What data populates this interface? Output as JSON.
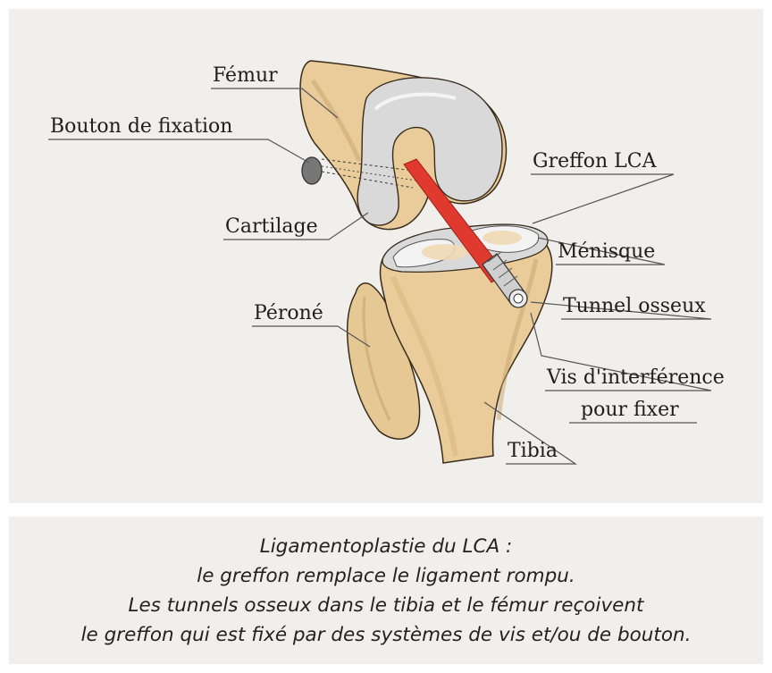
{
  "labels": {
    "femur": "Fémur",
    "button": "Bouton de fixation",
    "graft": "Greffon LCA",
    "cartilage": "Cartilage",
    "meniscus": "Ménisque",
    "fibula": "Péroné",
    "tunnel": "Tunnel osseux",
    "screw_1": "Vis d'interférence",
    "screw_2": "pour fixer",
    "tibia": "Tibia"
  },
  "caption": {
    "line1": "Ligamentoplastie du LCA :",
    "line2": "le greffon remplace le ligament rompu.",
    "line3": "Les tunnels osseux dans le tibia et le fémur reçoivent",
    "line4": "le greffon qui est fixé par des systèmes de vis et/ou de bouton."
  },
  "colors": {
    "panel": "#f1efeb",
    "bone": "#e9cc9a",
    "bone_shadow": "#c9a26e",
    "cartilage": "#d9d9d9",
    "graft": "#e03a2e"
  }
}
